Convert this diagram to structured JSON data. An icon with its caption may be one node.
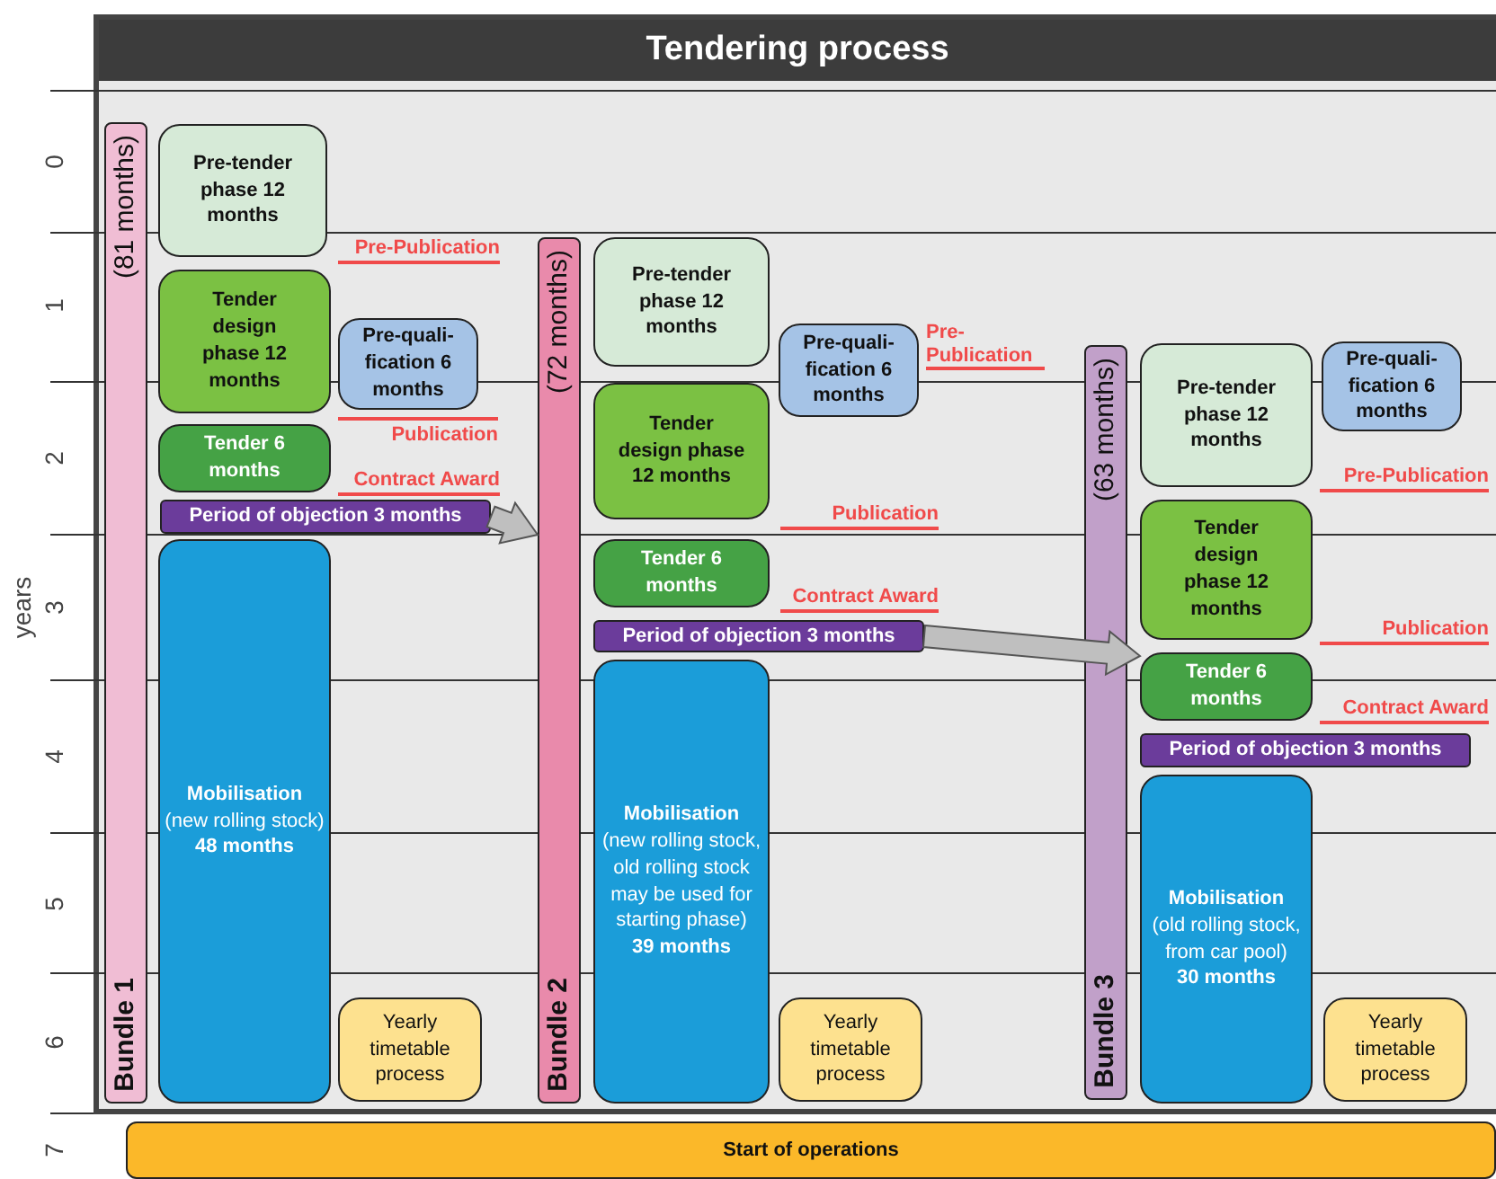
{
  "diagram": {
    "title": "Tendering process",
    "nodes": [
      {
        "text": [
          "(81 months)",
          "Bundle 1"
        ]
      },
      {
        "text": [
          "Pre-tender phase 12 months"
        ],
        "beside": [
          "Pre-Publication"
        ]
      },
      {
        "text": [
          "Tender design phase 12 months"
        ]
      },
      {
        "text": [
          "Pre-quali- fication 6 months"
        ],
        "beside": [
          "Publication"
        ]
      },
      {
        "text": [
          "Tender 6 months"
        ],
        "beside": [
          "Contract Award"
        ]
      },
      {
        "text": [
          "Period of objection 3 months"
        ]
      },
      {
        "text": [
          "Mobilisation",
          "(new rolling stock)",
          "48 months"
        ]
      },
      {
        "text": [
          "Yearly timetable process"
        ]
      },
      {
        "text": [
          "(72 months)",
          "Bundle 2"
        ]
      },
      {
        "text": [
          "Pre-tender phase 12 months"
        ]
      },
      {
        "text": [
          "Tender design phase 12 months"
        ],
        "beside": [
          "Publication"
        ]
      },
      {
        "text": [
          "Pre-quali- fication 6 months"
        ],
        "beside": [
          "Pre- Publication"
        ]
      },
      {
        "text": [
          "Tender 6 months"
        ],
        "beside": [
          "Contract Award"
        ]
      },
      {
        "text": [
          "Period of objection 3 months"
        ]
      },
      {
        "text": [
          "Mobilisation",
          "(new rolling stock, old rolling stock may be used for starting phase)",
          "39 months"
        ]
      },
      {
        "text": [
          "Yearly timetable process"
        ]
      },
      {
        "text": [
          "(63 months)",
          "Bundle 3"
        ]
      },
      {
        "text": [
          "Pre-tender phase 12 months"
        ],
        "beside": [
          "Pre-Publication"
        ]
      },
      {
        "text": [
          "Tender design phase 12 months"
        ],
        "beside": [
          "Publication"
        ]
      },
      {
        "text": [
          "Pre-quali- fication 6 months"
        ]
      },
      {
        "text": [
          "Tender 6 months"
        ],
        "beside": [
          "Contract Award"
        ]
      },
      {
        "text": [
          "Period of objection 3 months"
        ]
      },
      {
        "text": [
          "Mobilisation",
          "(old rolling stock, from car pool)",
          "30 months"
        ]
      },
      {
        "text": [
          "Yearly timetable process"
        ]
      },
      {
        "text": [
          "Start of operations"
        ]
      }
    ],
    "edges": [
      {
        "from": 5,
        "to": 8,
        "arrow": "to",
        "style": "thick",
        "color": "#bfbfbf"
      },
      {
        "from": 13,
        "to": 20,
        "arrow": "to",
        "style": "thick",
        "color": "#bfbfbf"
      }
    ],
    "labels": [
      "years",
      "0",
      "1",
      "2",
      "3",
      "4",
      "5",
      "6",
      "7"
    ]
  }
}
